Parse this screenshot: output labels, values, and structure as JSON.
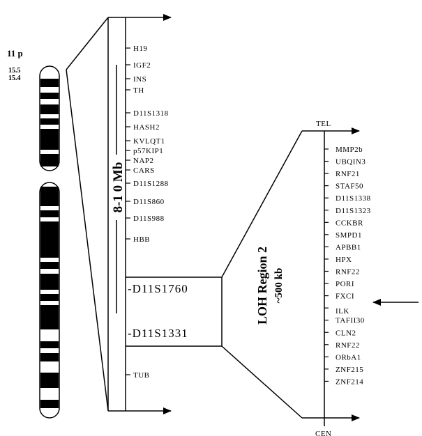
{
  "chromosome": {
    "arm_label": "11 p",
    "band_labels": [
      "15.5",
      "15.4"
    ]
  },
  "region1": {
    "size_label": "8-1 0 Mb",
    "markers": [
      "H19",
      "IGF2",
      "INS",
      "TH",
      "D11S1318",
      "HASH2",
      "KVLQT1",
      "p57KIP1",
      "NAP2",
      "CARS",
      "D11S1288",
      "D11S860",
      "D11S988",
      "HBB",
      "TUB"
    ],
    "flanking_markers": [
      "-D11S1760",
      "-D11S1331"
    ]
  },
  "region2": {
    "title": "LOH Region 2",
    "size_label": "~500 kb",
    "tel_label": "TEL",
    "cen_label": "CEN",
    "markers": [
      "MMP2b",
      "UBQIN3",
      "RNF21",
      "STAF50",
      "D11S1338",
      "D11S1323",
      "CCKBR",
      "SMPD1",
      "APBB1",
      "HPX",
      "RNF22",
      "PORI",
      "FXCI",
      "ILK",
      "TAFII30",
      "CLN2",
      "RNF22",
      "ORbA1",
      "ZNF215",
      "ZNF214"
    ],
    "highlighted_marker": "ILK"
  }
}
